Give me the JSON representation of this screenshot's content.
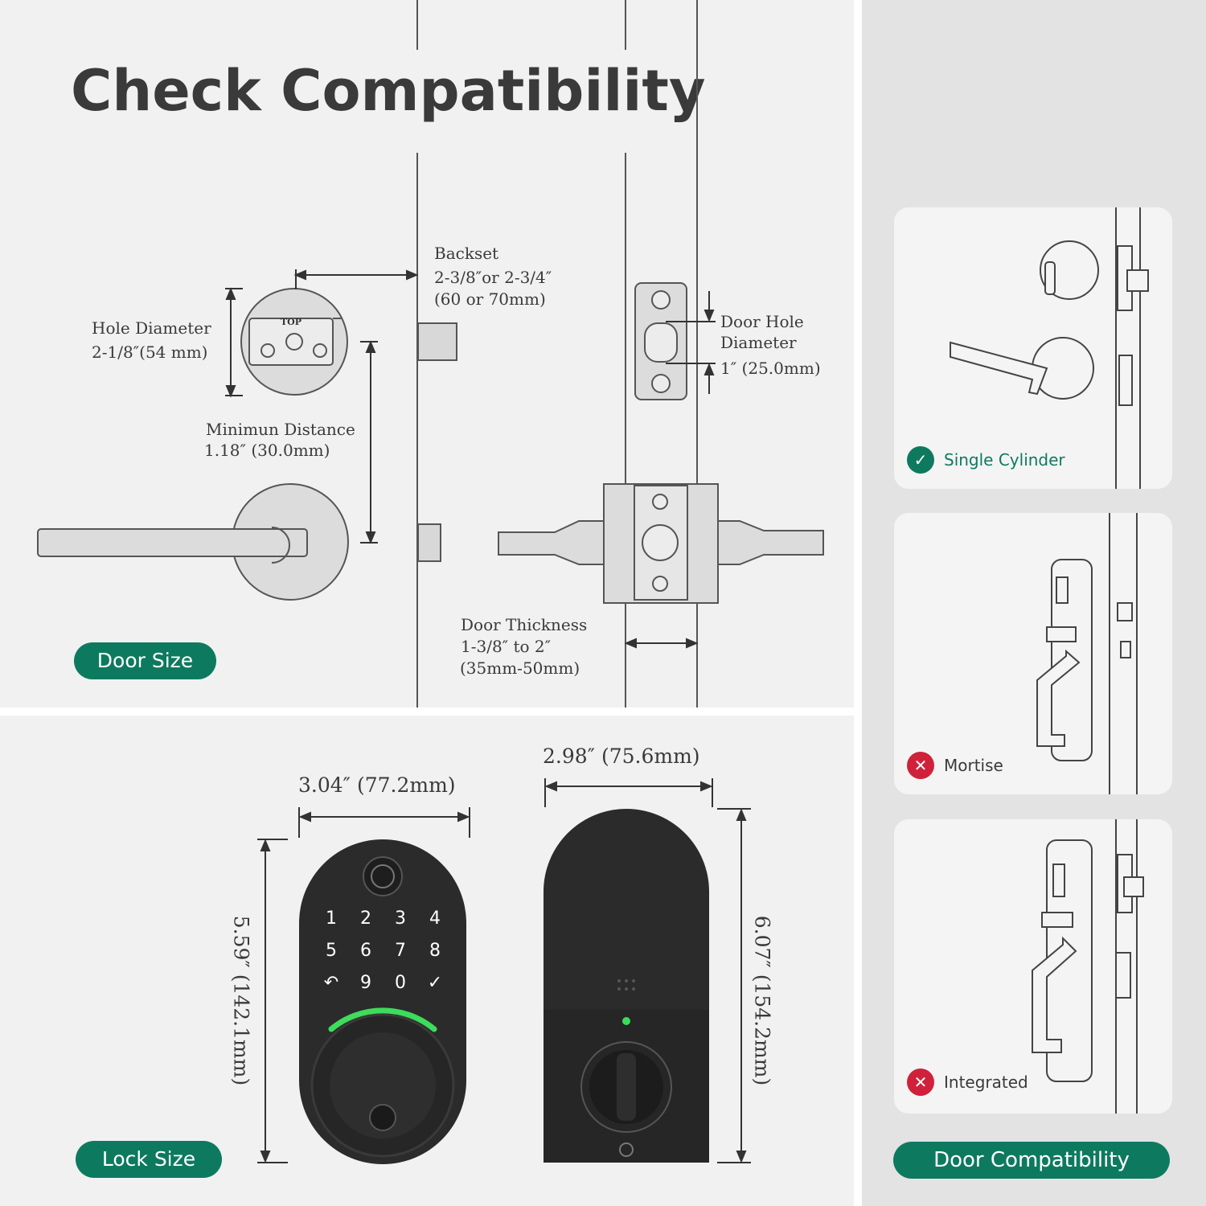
{
  "header": {
    "title": "Check Compatibility"
  },
  "door_size": {
    "badge": "Door Size",
    "backset": {
      "label": "Backset",
      "line1": "2-3/8″or 2-3/4″",
      "line2": "(60 or 70mm)"
    },
    "hole_diameter": {
      "label": "Hole Diameter",
      "value": "2-1/8″(54 mm)"
    },
    "minimum_distance": {
      "label": "Minimun Distance",
      "value": "1.18″ (30.0mm)"
    },
    "door_hole_diameter": {
      "label1": "Door Hole",
      "label2": "Diameter",
      "value": "1″ (25.0mm)"
    },
    "door_thickness": {
      "label": "Door Thickness",
      "line1": "1-3/8″ to 2″",
      "line2": "(35mm-50mm)"
    },
    "faceplate_stamp": "TOP"
  },
  "lock_size": {
    "badge": "Lock Size",
    "front_width": "3.04″ (77.2mm)",
    "front_height": "5.59″ (142.1mm)",
    "back_width": "2.98″ (75.6mm)",
    "back_height": "6.07″ (154.2mm)",
    "keypad": [
      "1",
      "2",
      "3",
      "4",
      "5",
      "6",
      "7",
      "8",
      "↶",
      "9",
      "0",
      "✓"
    ]
  },
  "compatibility": {
    "badge": "Door Compatibility",
    "items": [
      {
        "label": "Single Cylinder",
        "status": "compatible",
        "icon": "check-icon"
      },
      {
        "label": "Mortise",
        "status": "incompatible",
        "icon": "cross-icon"
      },
      {
        "label": "Integrated",
        "status": "incompatible",
        "icon": "cross-icon"
      }
    ]
  },
  "colors": {
    "brand_green": "#0d7a5f",
    "error_red": "#d0213b",
    "lock_body": "#2b2b2b",
    "led_green": "#3ddc5a"
  }
}
